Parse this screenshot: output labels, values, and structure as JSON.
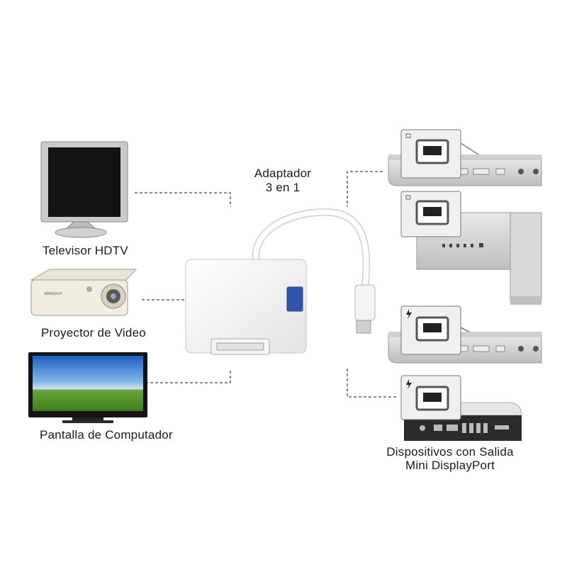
{
  "diagram": {
    "adapter_label": [
      "Adaptador",
      "3 en 1"
    ],
    "outputs": [
      {
        "label": "Televisor HDTV",
        "icon": "hdtv-monitor-icon"
      },
      {
        "label": "Proyector de Video",
        "icon": "projector-icon",
        "brand": "ABINGDOT"
      },
      {
        "label": "Pantalla de Computador",
        "icon": "widescreen-tv-icon"
      }
    ],
    "sources_label": [
      "Dispositivos con Salida",
      "Mini DisplayPort"
    ],
    "sources": [
      {
        "icon": "macbook-icon",
        "port": "mini-displayport-icon"
      },
      {
        "icon": "imac-icon",
        "port": "mini-displayport-icon"
      },
      {
        "icon": "macbook-pro-icon",
        "port": "thunderbolt-icon"
      },
      {
        "icon": "mac-mini-icon",
        "port": "thunderbolt-icon"
      }
    ],
    "colors": {
      "connector_line": "#444444",
      "adapter_body": "#f2f2f2",
      "screen": "#101010"
    }
  }
}
